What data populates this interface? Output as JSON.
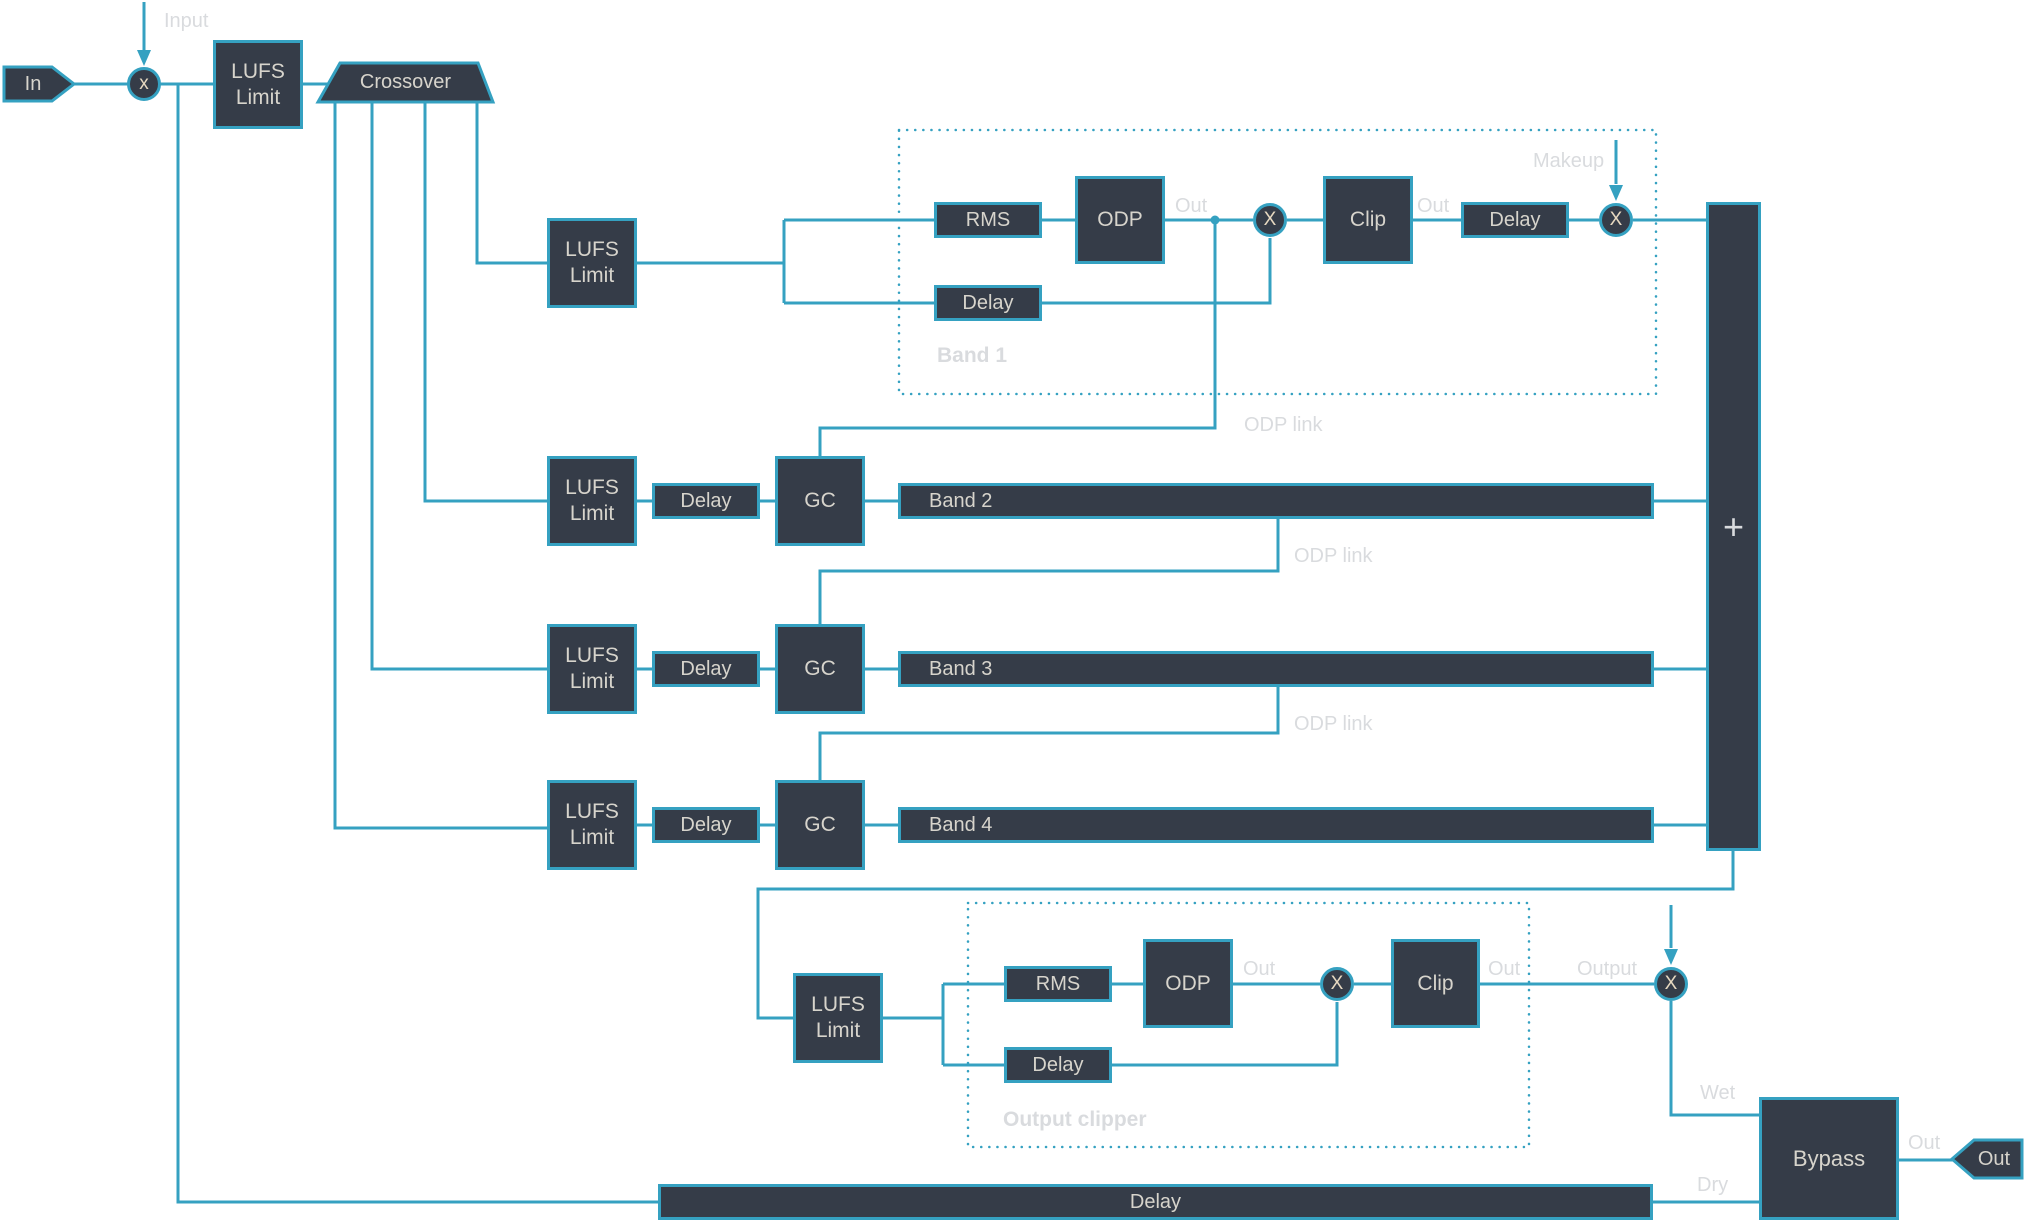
{
  "colors": {
    "teal": "#35a1c1",
    "box_fill": "#353c48",
    "box_text": "#d7d4cc",
    "glyph_text": "#e6d8c0",
    "label_gray": "#d9dbde",
    "background": "#ffffff"
  },
  "io": {
    "input_tag": "In",
    "output_tag": "Out"
  },
  "param_labels": {
    "input": "Input",
    "makeup": "Makeup",
    "output": "Output",
    "wet": "Wet",
    "dry": "Dry",
    "out": "Out"
  },
  "input_gain": {
    "symbol": "x"
  },
  "main": {
    "lufs_limit": "LUFS Limit",
    "crossover": "Crossover",
    "sum_symbol": "+",
    "bypass": "Bypass",
    "dry_delay": "Delay"
  },
  "band1": {
    "title": "Band 1",
    "lufs_limit": "LUFS Limit",
    "rms": "RMS",
    "odp": "ODP",
    "odp_out_label": "Out",
    "multiplier": "X",
    "clip": "Clip",
    "clip_out_label": "Out",
    "delay_signal": "Delay",
    "delay_post": "Delay",
    "makeup_multiplier": "X",
    "odp_link_label": "ODP link"
  },
  "bands": [
    {
      "name": "Band 2",
      "lufs_limit": "LUFS Limit",
      "delay": "Delay",
      "gc": "GC",
      "odp_link_label": "ODP link"
    },
    {
      "name": "Band 3",
      "lufs_limit": "LUFS Limit",
      "delay": "Delay",
      "gc": "GC",
      "odp_link_label": "ODP link"
    },
    {
      "name": "Band 4",
      "lufs_limit": "LUFS Limit",
      "delay": "Delay",
      "gc": "GC"
    }
  ],
  "output_clipper": {
    "title": "Output clipper",
    "lufs_limit": "LUFS Limit",
    "rms": "RMS",
    "odp": "ODP",
    "odp_out_label": "Out",
    "multiplier": "X",
    "clip": "Clip",
    "clip_out_label": "Out",
    "delay": "Delay",
    "output_multiplier": "X"
  }
}
